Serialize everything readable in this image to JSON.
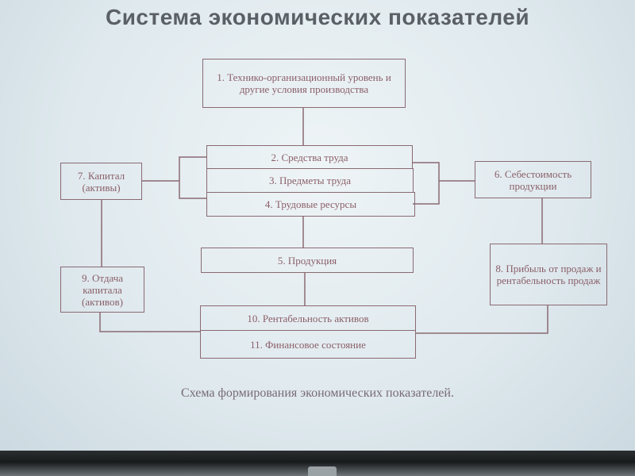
{
  "slide": {
    "title": "Система экономических показателей",
    "caption": "Схема формирования экономических показателей."
  },
  "boxes": {
    "b1": "1. Технико-организационный уровень и другие условия производства",
    "b2": "2. Средства труда",
    "b3": "3. Предметы труда",
    "b4": "4. Трудовые ресурсы",
    "b5": "5. Продукция",
    "b6": "6. Себестоимость продукции",
    "b7": "7. Капитал (активы)",
    "b8": "8. Прибыль от продаж и рентабельность продаж",
    "b9": "9. Отдача капитала (активов)",
    "b10": "10. Рентабельность активов",
    "b11": "11. Финансовое состояние"
  },
  "colors": {
    "line": "#8a6a72",
    "text": "#8a5f68",
    "background": "#e4edf1"
  }
}
